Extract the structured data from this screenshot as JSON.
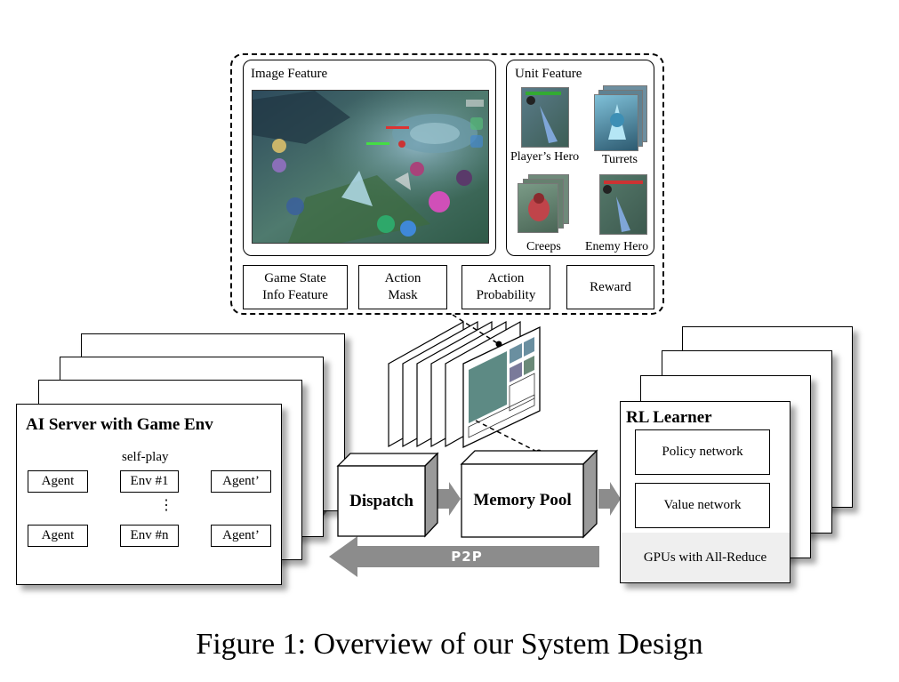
{
  "feature_panel": {
    "image_feature_label": "Image Feature",
    "unit_feature_label": "Unit Feature",
    "units": {
      "players_hero": "Player’s Hero",
      "turrets": "Turrets",
      "creeps": "Creeps",
      "enemy_hero": "Enemy Hero"
    },
    "boxes": {
      "game_state_1": "Game State",
      "game_state_2": "Info Feature",
      "action_mask_1": "Action",
      "action_mask_2": "Mask",
      "action_prob_1": "Action",
      "action_prob_2": "Probability",
      "reward": "Reward"
    }
  },
  "ai_server": {
    "title": "AI Server with Game Env",
    "self_play": "self-play",
    "agent": "Agent",
    "agent_prime": "Agent’",
    "env1": "Env #1",
    "envn": "Env #n",
    "dots": "⋮"
  },
  "dispatch": "Dispatch",
  "memory_pool": "Memory Pool",
  "p2p": "P2P",
  "rl_learner": {
    "title": "RL Learner",
    "policy": "Policy network",
    "value": "Value network",
    "gpus": "GPUs with All-Reduce"
  },
  "caption": "Figure 1: Overview of our System Design",
  "colors": {
    "arrow_gray": "#8c8c8c",
    "gpu_fill": "#efefef"
  }
}
